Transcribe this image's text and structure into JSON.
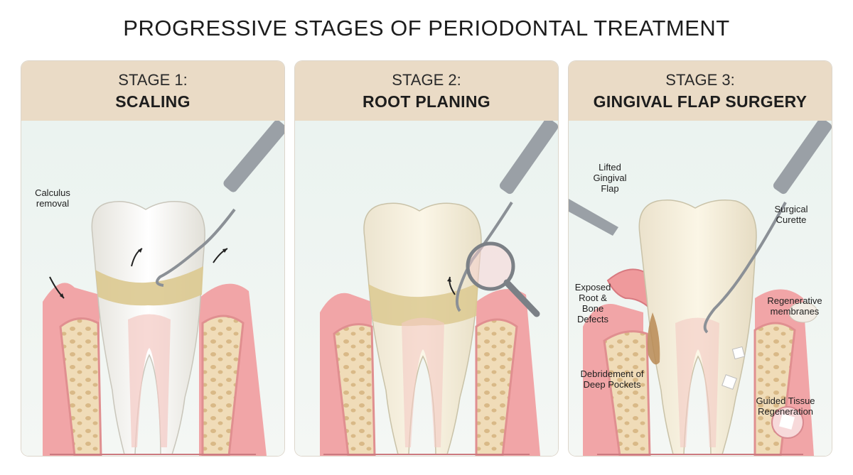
{
  "title": "PROGRESSIVE STAGES OF PERIODONTAL TREATMENT",
  "stages": [
    {
      "number_label": "STAGE 1:",
      "name": "SCALING",
      "annotations": {
        "calculus": "Calculus\nremoval"
      }
    },
    {
      "number_label": "STAGE 2:",
      "name": "ROOT PLANING",
      "annotations": {}
    },
    {
      "number_label": "STAGE 3:",
      "name": "GINGIVAL FLAP SURGERY",
      "annotations": {
        "flap": "Lifted\nGingival\nFlap",
        "curette": "Surgical\nCurette",
        "exposed": "Exposed\nRoot &\nBone\nDefects",
        "membranes": "Regenerative\nmembranes",
        "debridement": "Debridement of\nDeep Pockets",
        "gtr": "Guided Tissue\nRegeneration"
      }
    }
  ],
  "colors": {
    "header_bg": "#eadbc6",
    "panel_bg": "#eef4f1",
    "gum": "#e98f92",
    "bone": "#f0dcb8",
    "enamel": "#fbfaf6",
    "calculus": "#dcc990"
  }
}
